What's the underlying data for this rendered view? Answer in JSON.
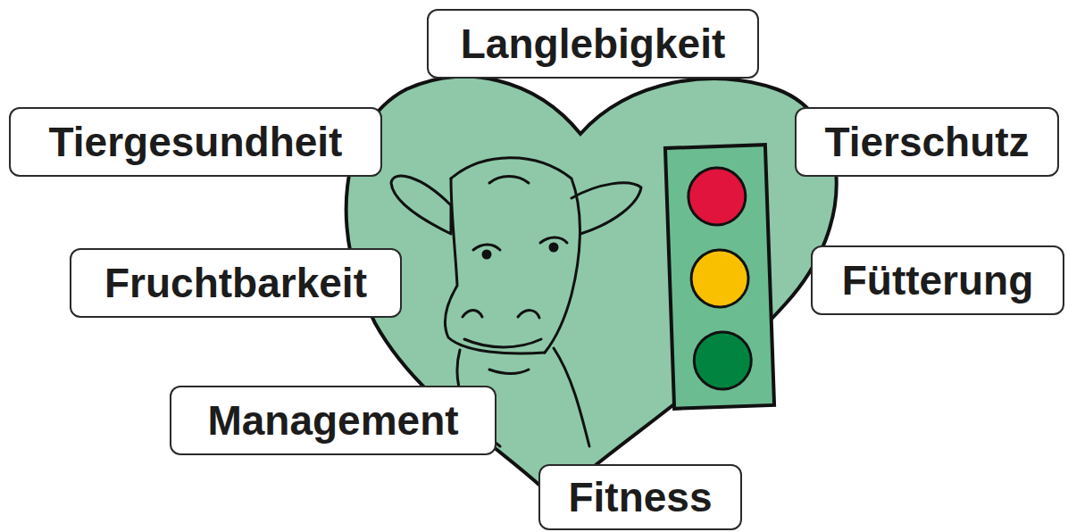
{
  "diagram": {
    "nodes": [
      {
        "text": [
          "Langlebigkeit"
        ]
      },
      {
        "text": [
          "Tiergesundheit"
        ]
      },
      {
        "text": [
          "Tierschutz"
        ]
      },
      {
        "text": [
          "Fruchtbarkeit"
        ]
      },
      {
        "text": [
          "Fütterung"
        ]
      },
      {
        "text": [
          "Management"
        ]
      },
      {
        "text": [
          "Fitness"
        ]
      }
    ]
  }
}
